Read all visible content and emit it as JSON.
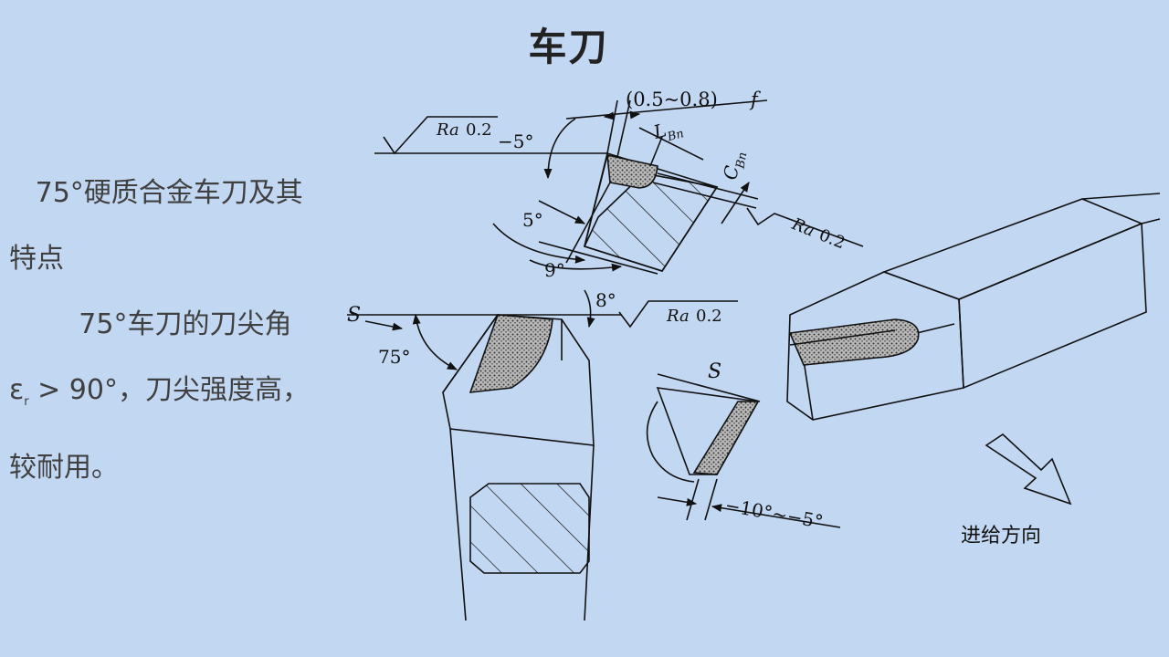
{
  "title": "车刀",
  "paragraphs": {
    "p1": "75°硬质合金车刀及其特点",
    "p2_part1": "75°车刀的刀尖角ε",
    "p2_sub": "r",
    "p2_part2": " > 90°，刀尖强度高， 较耐用。"
  },
  "diagram": {
    "top_view": {
      "land_width": "(0.5~0.8)",
      "feed_symbol": "f",
      "angle_neg5": "−5°",
      "angle_5": "5°",
      "angle_9": "9°",
      "lbn": "L",
      "lbn_sub": "Bn",
      "cbn": "C",
      "cbn_sub": "Bn",
      "roughness_symbol": "Ra",
      "roughness_value": "0.2"
    },
    "front_view": {
      "feed_s": "S",
      "angle_75": "75°",
      "angle_8": "8°",
      "roughness_symbol": "Ra",
      "roughness_value": "0.2"
    },
    "section_view": {
      "feed_s": "S",
      "angle_range": "−10°~−5°"
    },
    "iso_view": {
      "feed_direction": "进给方向"
    },
    "colors": {
      "line": "#111111",
      "insert_fill": "#9a9a9a"
    }
  }
}
